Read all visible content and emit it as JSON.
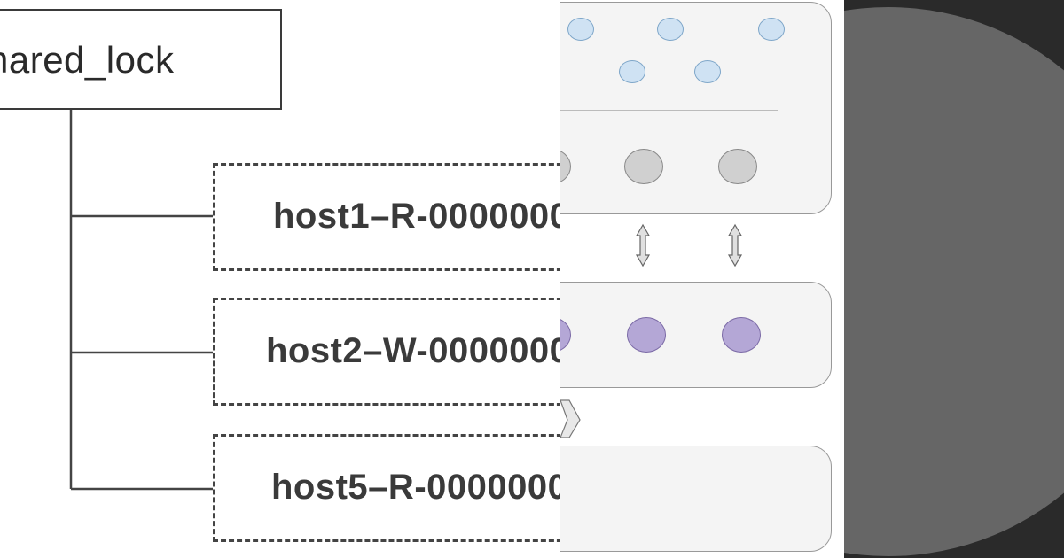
{
  "tree": {
    "root_label": "hared_lock",
    "children": [
      {
        "label": "host1–R-0000000"
      },
      {
        "label": "host2–W-0000000"
      },
      {
        "label": "host5–R-0000000"
      }
    ]
  },
  "architecture": {
    "colors": {
      "box_fill": "#f4f4f4",
      "box_border": "#999999",
      "client": "#cfe2f3",
      "server": "#d0d0d0",
      "storage": "#b4a7d6"
    }
  },
  "background": {
    "colors": {
      "backdrop": "#2a2a2a",
      "sphere": "#666666"
    }
  }
}
